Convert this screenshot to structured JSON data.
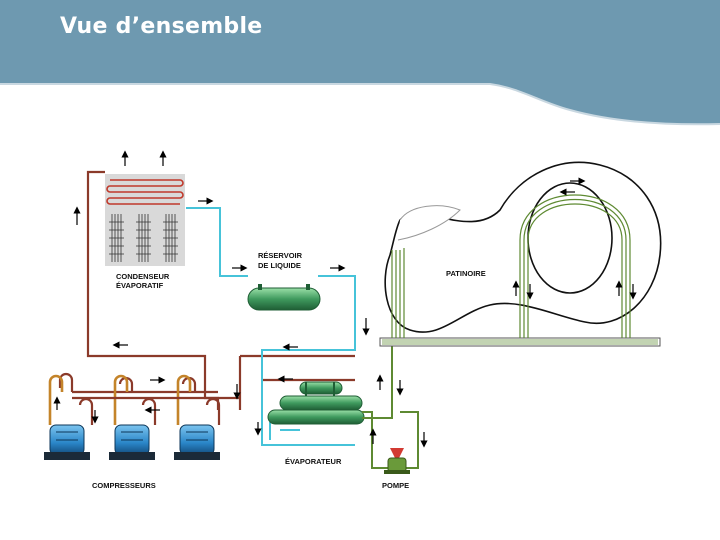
{
  "slide": {
    "title": "Vue d’ensemble"
  },
  "labels": {
    "condenser_line1": "CONDENSEUR",
    "condenser_line2": "ÉVAPORATIF",
    "reservoir_line1": "RÉSERVOIR",
    "reservoir_line2": "DE LIQUIDE",
    "rink": "PATINOIRE",
    "evaporator": "ÉVAPORATEUR",
    "compressors": "COMPRESSEURS",
    "pump": "POMPE"
  },
  "colors": {
    "header": "#6e99b0",
    "hot_gas": "#8b3a2a",
    "liquid": "#46c3d9",
    "brine": "#5e8a32",
    "equipment_green": "#3f9a5e",
    "compressor_blue": "#2a86c8",
    "pump_red": "#d23a32"
  }
}
